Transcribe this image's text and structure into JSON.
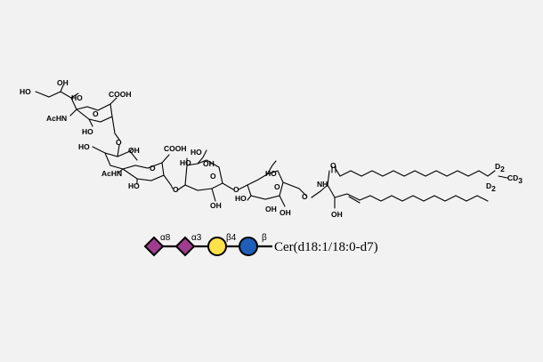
{
  "structure": {
    "labels": {
      "ho1": "HO",
      "oh1": "OH",
      "ho2": "HO",
      "cooh1": "COOH",
      "achn1": "AcHN",
      "o1": "O",
      "ho3": "HO",
      "o_link1": "O",
      "ho4": "HO",
      "oh2": "OH",
      "achn2": "AcHN",
      "o2": "O",
      "cooh2": "COOH",
      "ho5": "HO",
      "ho6": "HO",
      "oh3": "OH",
      "ho7": "HO",
      "o_link2": "O",
      "o3": "O",
      "oh4": "OH",
      "o_link3": "O",
      "ho8": "HO",
      "o4": "O",
      "oh5": "OH",
      "ho9": "HO",
      "oh6": "OH",
      "o_link4": "O",
      "nh": "NH",
      "o_amide": "O",
      "oh_sph": "OH",
      "d2a": "D",
      "d2a_sub": "2",
      "d2b": "D",
      "d2b_sub": "2",
      "cd3": "CD",
      "cd3_sub": "3"
    }
  },
  "legend": {
    "linkages": [
      "α8",
      "α3",
      "β4",
      "β"
    ],
    "ceramide": "Cer(d18:1/18:0-d7)",
    "colors": {
      "neu5ac": "#a03c90",
      "galactose": "#ffe14a",
      "glucose": "#1f5fb8",
      "outline": "#000000"
    },
    "icons": [
      "neu5ac-diamond",
      "neu5ac-diamond",
      "galactose-circle",
      "glucose-circle"
    ]
  }
}
